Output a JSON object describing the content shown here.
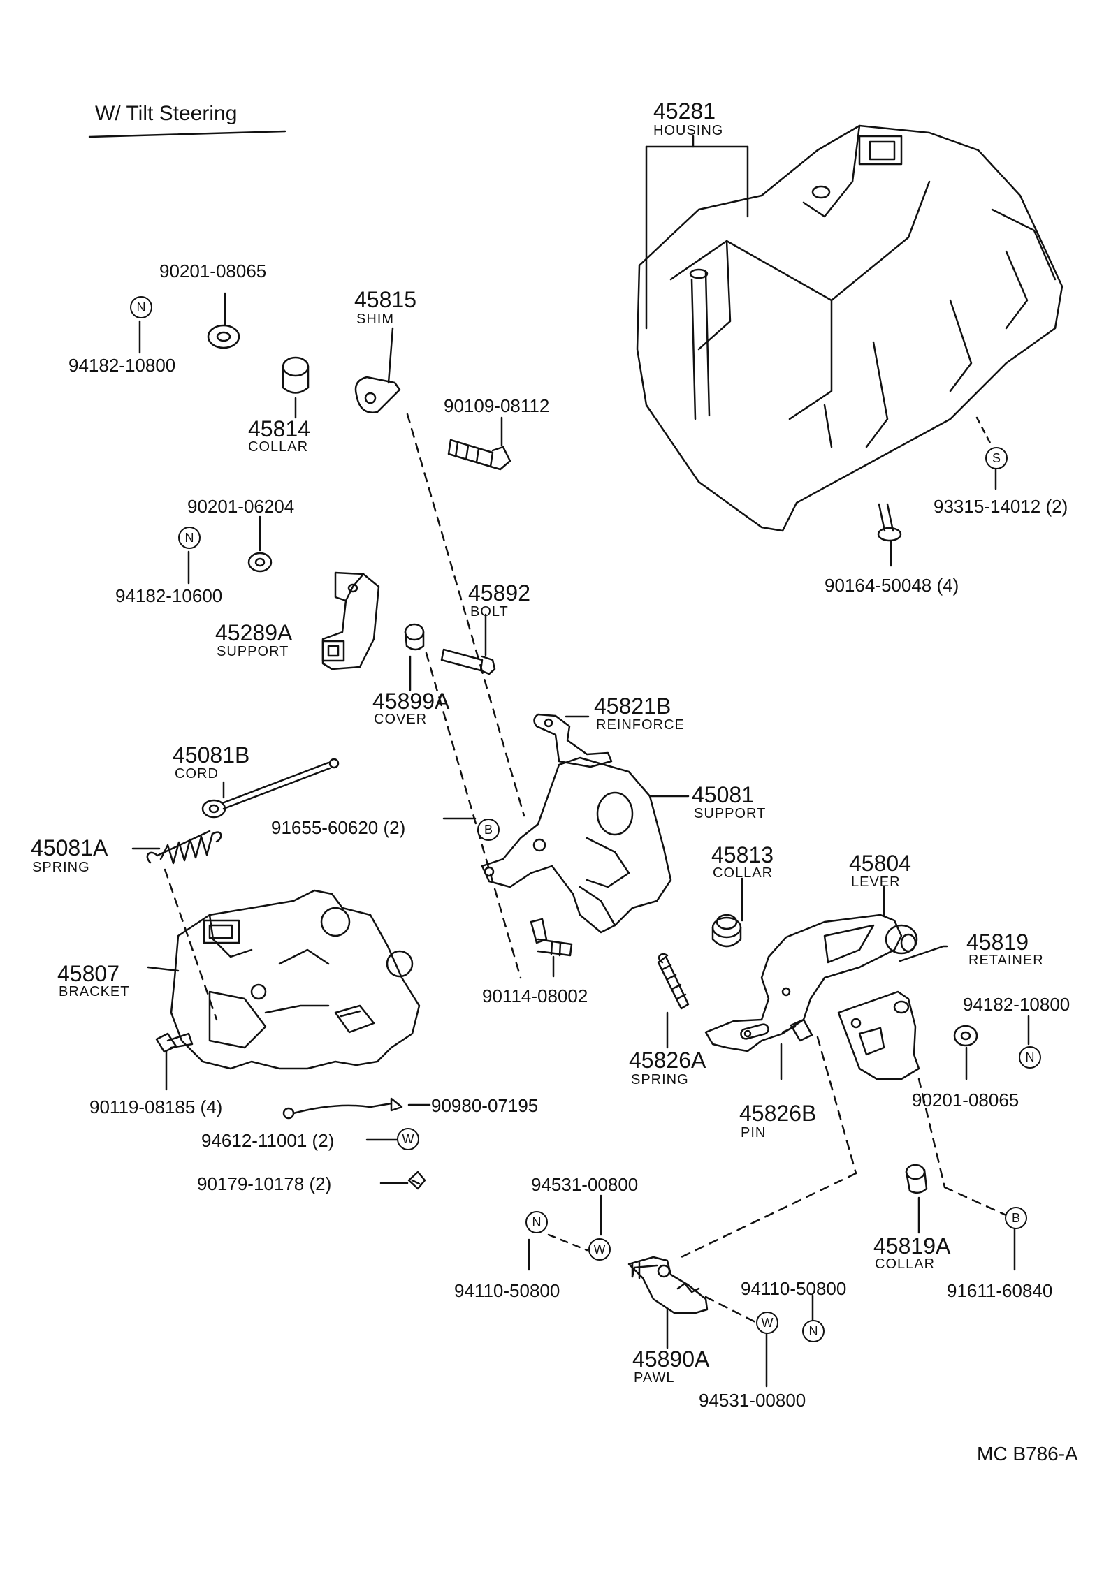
{
  "title": "W/ Tilt Steering",
  "drawing_code": "MC B786-A",
  "parts": {
    "p45281": {
      "num": "45281",
      "name": "HOUSING"
    },
    "p90201_08065_a": {
      "num": "90201-08065"
    },
    "p94182_10800_a": {
      "num": "94182-10800"
    },
    "p45815": {
      "num": "45815",
      "name": "SHIM"
    },
    "p45814": {
      "num": "45814",
      "name": "COLLAR"
    },
    "p90109_08112": {
      "num": "90109-08112"
    },
    "p93315_14012": {
      "num": "93315-14012 (2)"
    },
    "p90201_06204": {
      "num": "90201-06204"
    },
    "p94182_10600": {
      "num": "94182-10600"
    },
    "p90164_50048": {
      "num": "90164-50048 (4)"
    },
    "p45892": {
      "num": "45892",
      "name": "BOLT"
    },
    "p45289A": {
      "num": "45289A",
      "name": "SUPPORT"
    },
    "p45899A": {
      "num": "45899A",
      "name": "COVER"
    },
    "p45821B": {
      "num": "45821B",
      "name": "REINFORCE"
    },
    "p45081B": {
      "num": "45081B",
      "name": "CORD"
    },
    "p45081": {
      "num": "45081",
      "name": "SUPPORT"
    },
    "p91655_60620": {
      "num": "91655-60620 (2)"
    },
    "p45081A": {
      "num": "45081A",
      "name": "SPRING"
    },
    "p45813": {
      "num": "45813",
      "name": "COLLAR"
    },
    "p45804": {
      "num": "45804",
      "name": "LEVER"
    },
    "p45819": {
      "num": "45819",
      "name": "RETAINER"
    },
    "p45807": {
      "num": "45807",
      "name": "BRACKET"
    },
    "p90114_08002": {
      "num": "90114-08002"
    },
    "p94182_10800_b": {
      "num": "94182-10800"
    },
    "p45826A": {
      "num": "45826A",
      "name": "SPRING"
    },
    "p90201_08065_b": {
      "num": "90201-08065"
    },
    "p45826B": {
      "num": "45826B",
      "name": "PIN"
    },
    "p90119_08185": {
      "num": "90119-08185 (4)"
    },
    "p90980_07195": {
      "num": "90980-07195"
    },
    "p94612_11001": {
      "num": "94612-11001 (2)"
    },
    "p90179_10178": {
      "num": "90179-10178 (2)"
    },
    "p94531_00800_a": {
      "num": "94531-00800"
    },
    "p45819A": {
      "num": "45819A",
      "name": "COLLAR"
    },
    "p94110_50800_a": {
      "num": "94110-50800"
    },
    "p94110_50800_b": {
      "num": "94110-50800"
    },
    "p91611_60840": {
      "num": "91611-60840"
    },
    "p45890A": {
      "num": "45890A",
      "name": "PAWL"
    },
    "p94531_00800_b": {
      "num": "94531-00800"
    }
  },
  "symbols": {
    "n": "N",
    "s": "S",
    "b": "B",
    "w": "W"
  }
}
